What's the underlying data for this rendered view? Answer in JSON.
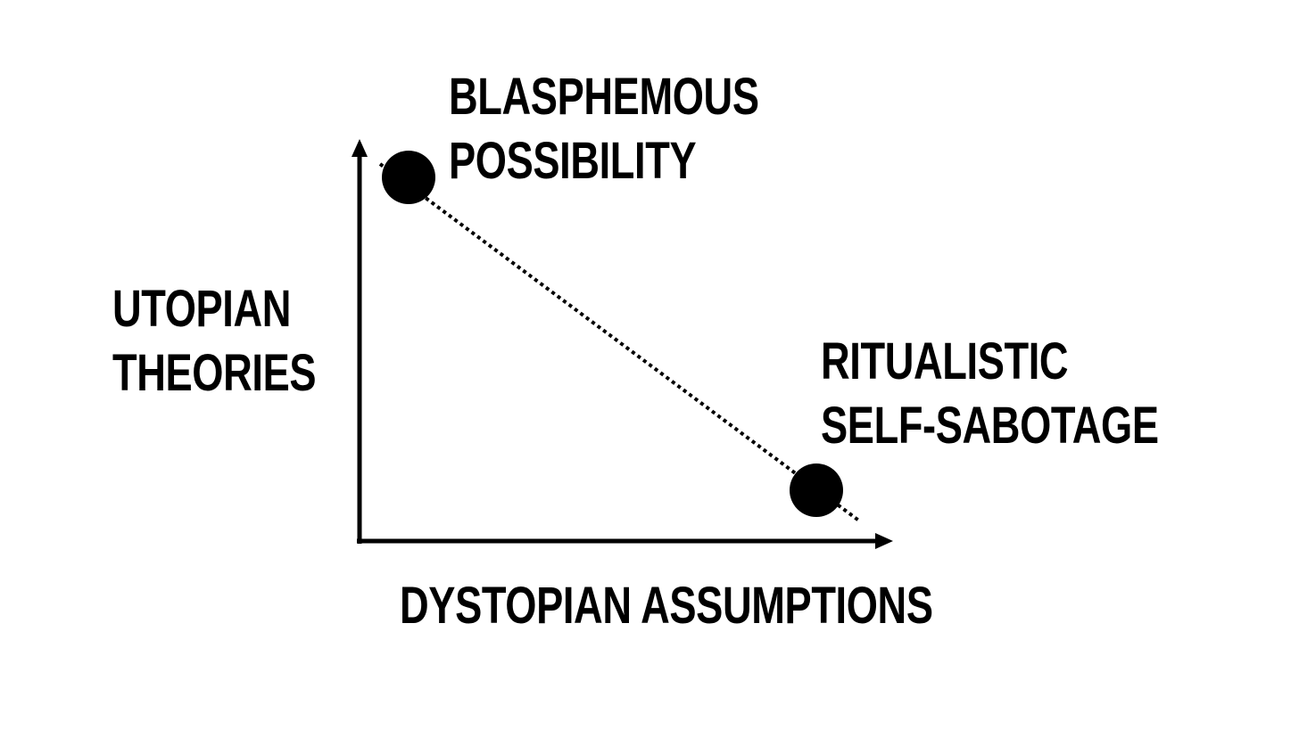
{
  "diagram": {
    "y_axis_label": [
      "UTOPIAN",
      "THEORIES"
    ],
    "x_axis_label": "DYSTOPIAN ASSUMPTIONS",
    "points": [
      {
        "label": [
          "BLASPHEMOUS",
          "POSSIBILITY"
        ]
      },
      {
        "label": [
          "RITUALISTIC",
          "SELF-SABOTAGE"
        ]
      }
    ],
    "connector_style": "dotted",
    "colors": {
      "ink": "#000000",
      "background": "#ffffff"
    }
  }
}
